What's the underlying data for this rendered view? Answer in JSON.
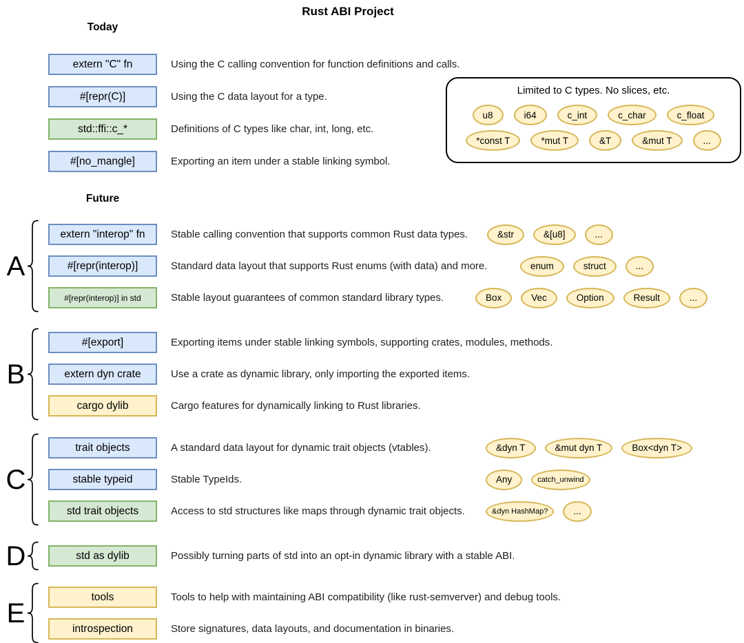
{
  "title": "Rust ABI Project",
  "sections": {
    "today": {
      "heading": "Today",
      "rows": [
        {
          "box": "extern \"C\" fn",
          "color": "blue",
          "desc": "Using the C calling convention for function definitions and calls."
        },
        {
          "box": "#[repr(C)]",
          "color": "blue",
          "desc": "Using the C data layout for a type."
        },
        {
          "box": "std::ffi::c_*",
          "color": "green",
          "desc": "Definitions of C types like char, int, long, etc."
        },
        {
          "box": "#[no_mangle]",
          "color": "blue",
          "desc": "Exporting an item under a stable linking symbol."
        }
      ]
    },
    "c_types_panel": {
      "label": "Limited to C types. No slices, etc.",
      "row1": [
        "u8",
        "i64",
        "c_int",
        "c_char",
        "c_float"
      ],
      "row2": [
        "*const T",
        "*mut T",
        "&T",
        "&mut T",
        "..."
      ]
    },
    "future": {
      "heading": "Future",
      "groups": [
        {
          "letter": "A",
          "rows": [
            {
              "box": "extern \"interop\" fn",
              "color": "blue",
              "desc": "Stable calling convention that supports common Rust data types.",
              "tags": [
                "&str",
                "&[u8]",
                "..."
              ]
            },
            {
              "box": "#[repr(interop)]",
              "color": "blue",
              "desc": "Standard data layout that supports Rust enums (with data) and more.",
              "tags": [
                "enum",
                "struct",
                "..."
              ]
            },
            {
              "box": "#[repr(interop)] in std",
              "color": "green",
              "desc": "Stable layout guarantees of common standard library types.",
              "tags": [
                "Box",
                "Vec",
                "Option",
                "Result",
                "..."
              ]
            }
          ]
        },
        {
          "letter": "B",
          "rows": [
            {
              "box": "#[export]",
              "color": "blue",
              "desc": "Exporting items under stable linking symbols, supporting crates, modules, methods.",
              "tags": []
            },
            {
              "box": "extern dyn crate",
              "color": "blue",
              "desc": "Use a crate as dynamic library, only importing the exported items.",
              "tags": []
            },
            {
              "box": "cargo dylib",
              "color": "yellow",
              "desc": "Cargo features for dynamically linking to Rust libraries.",
              "tags": []
            }
          ]
        },
        {
          "letter": "C",
          "rows": [
            {
              "box": "trait objects",
              "color": "blue",
              "desc": "A standard data layout for dynamic trait objects (vtables).",
              "tags": [
                "&dyn T",
                "&mut dyn T",
                "Box<dyn T>"
              ]
            },
            {
              "box": "stable typeid",
              "color": "blue",
              "desc": "Stable TypeIds.",
              "tags": [
                "Any",
                "catch_unwind"
              ]
            },
            {
              "box": "std trait objects",
              "color": "green",
              "desc": "Access to std structures like maps through dynamic trait objects.",
              "tags": [
                "&dyn HashMap?",
                "..."
              ]
            }
          ]
        },
        {
          "letter": "D",
          "rows": [
            {
              "box": "std as dylib",
              "color": "green",
              "desc": "Possibly turning parts of std into an opt-in dynamic library with a stable ABI.",
              "tags": []
            }
          ]
        },
        {
          "letter": "E",
          "rows": [
            {
              "box": "tools",
              "color": "yellow",
              "desc": "Tools to help with maintaining ABI compatibility (like rust-semverver) and debug tools.",
              "tags": []
            },
            {
              "box": "introspection",
              "color": "yellow",
              "desc": "Store signatures, data layouts, and documentation in binaries.",
              "tags": []
            }
          ]
        }
      ]
    }
  },
  "colors": {
    "blue_fill": "#dae8fc",
    "blue_stroke": "#6c8ebf",
    "green_fill": "#d5e8d4",
    "green_stroke": "#82b366",
    "yellow_fill": "#fff2cc",
    "yellow_stroke": "#d6b656",
    "panel_stroke": "#000000",
    "text": "#212121"
  }
}
